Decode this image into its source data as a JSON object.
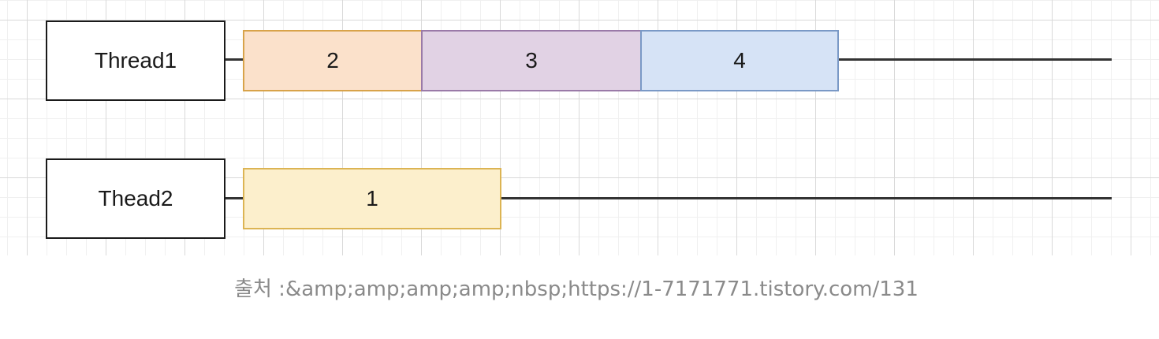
{
  "threads": [
    {
      "name": "Thread1",
      "tasks": [
        {
          "label": "2",
          "fill": "#fbe1cb",
          "stroke": "#d8a34a"
        },
        {
          "label": "3",
          "fill": "#e1d2e4",
          "stroke": "#9a7aa8"
        },
        {
          "label": "4",
          "fill": "#d6e3f6",
          "stroke": "#7a99c6"
        }
      ]
    },
    {
      "name": "Thead2",
      "tasks": [
        {
          "label": "1",
          "fill": "#fcefcc",
          "stroke": "#dcb453"
        }
      ]
    }
  ],
  "caption": "출처 :&amp;amp;amp;amp;nbsp;https://1-7171771.tistory.com/131"
}
